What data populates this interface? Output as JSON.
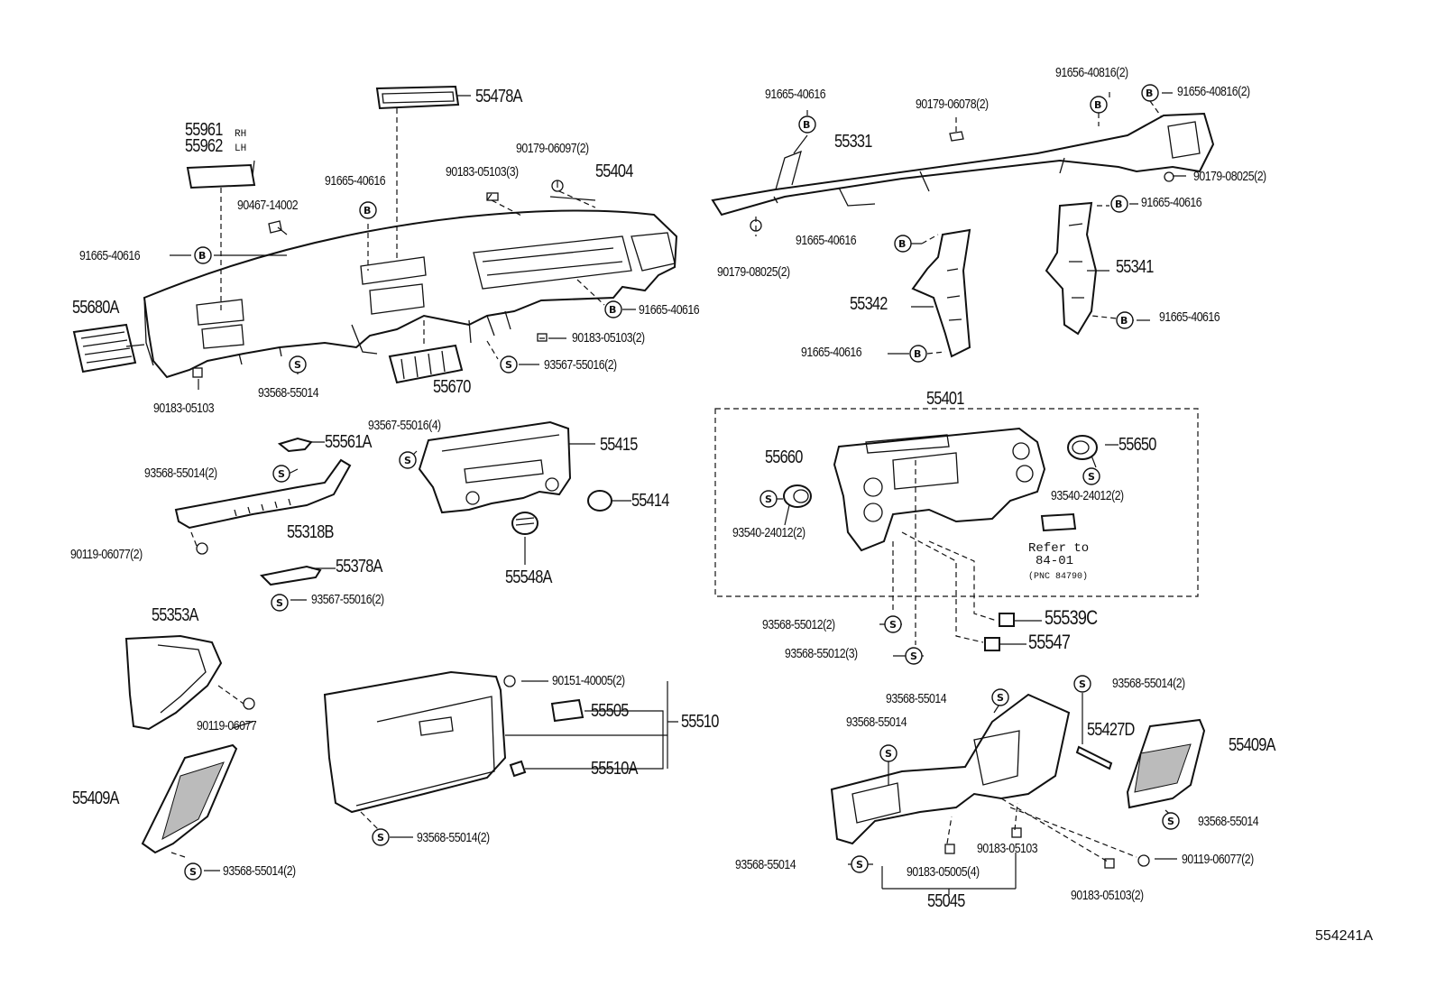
{
  "figure_code": "554241A",
  "labels": [
    {
      "id": "l01",
      "text": "55478A",
      "big": true
    },
    {
      "id": "l02",
      "text": "55961",
      "big": true
    },
    {
      "id": "l03",
      "text": "55962",
      "big": true
    },
    {
      "id": "l04",
      "text": "RH"
    },
    {
      "id": "l05",
      "text": "LH"
    },
    {
      "id": "l06",
      "text": "90179-06097(2)"
    },
    {
      "id": "l07",
      "text": "90183-05103(3)"
    },
    {
      "id": "l08",
      "text": "55404",
      "big": true
    },
    {
      "id": "l09",
      "text": "91665-40616"
    },
    {
      "id": "l10",
      "text": "90467-14002"
    },
    {
      "id": "l11",
      "text": "91665-40616"
    },
    {
      "id": "l12",
      "text": "55680A",
      "big": true
    },
    {
      "id": "l13",
      "text": "91665-40616"
    },
    {
      "id": "l14",
      "text": "90183-05103(2)"
    },
    {
      "id": "l15",
      "text": "93567-55016(2)"
    },
    {
      "id": "l16",
      "text": "55670",
      "big": true
    },
    {
      "id": "l17",
      "text": "93568-55014"
    },
    {
      "id": "l18",
      "text": "90183-05103"
    },
    {
      "id": "l19",
      "text": "91665-40616"
    },
    {
      "id": "l20",
      "text": "90179-06078(2)"
    },
    {
      "id": "l21",
      "text": "91656-40816(2)"
    },
    {
      "id": "l22",
      "text": "91656-40816(2)"
    },
    {
      "id": "l23",
      "text": "55331",
      "big": true
    },
    {
      "id": "l24",
      "text": "90179-08025(2)"
    },
    {
      "id": "l25",
      "text": "91665-40616"
    },
    {
      "id": "l26",
      "text": "91665-40616"
    },
    {
      "id": "l27",
      "text": "90179-08025(2)"
    },
    {
      "id": "l28",
      "text": "55341",
      "big": true
    },
    {
      "id": "l29",
      "text": "55342",
      "big": true
    },
    {
      "id": "l30",
      "text": "91665-40616"
    },
    {
      "id": "l31",
      "text": "91665-40616"
    },
    {
      "id": "l32",
      "text": "55401",
      "big": true
    },
    {
      "id": "l33",
      "text": "55561A",
      "big": true
    },
    {
      "id": "l34",
      "text": "93567-55016(4)"
    },
    {
      "id": "l35",
      "text": "55415",
      "big": true
    },
    {
      "id": "l36",
      "text": "93568-55014(2)"
    },
    {
      "id": "l37",
      "text": "55414",
      "big": true
    },
    {
      "id": "l38",
      "text": "55318B",
      "big": true
    },
    {
      "id": "l39",
      "text": "90119-06077(2)"
    },
    {
      "id": "l40",
      "text": "55548A",
      "big": true
    },
    {
      "id": "l41",
      "text": "55378A",
      "big": true
    },
    {
      "id": "l42",
      "text": "93567-55016(2)"
    },
    {
      "id": "l43",
      "text": "55660",
      "big": true
    },
    {
      "id": "l44",
      "text": "55650",
      "big": true
    },
    {
      "id": "l45",
      "text": "93540-24012(2)"
    },
    {
      "id": "l46",
      "text": "93540-24012(2)"
    },
    {
      "id": "l47",
      "text": "Refer to",
      "mono": true
    },
    {
      "id": "l48",
      "text": "84-01",
      "mono": true
    },
    {
      "id": "l49",
      "text": "(PNC 84790)",
      "tiny": true
    },
    {
      "id": "l50",
      "text": "93568-55012(2)"
    },
    {
      "id": "l51",
      "text": "55539C",
      "xl": true
    },
    {
      "id": "l52",
      "text": "93568-55012(3)"
    },
    {
      "id": "l53",
      "text": "55547",
      "xl": true
    },
    {
      "id": "l54",
      "text": "55353A",
      "big": true
    },
    {
      "id": "l55",
      "text": "90119-06077"
    },
    {
      "id": "l56",
      "text": "90151-40005(2)"
    },
    {
      "id": "l57",
      "text": "55505",
      "big": true
    },
    {
      "id": "l58",
      "text": "55510",
      "big": true
    },
    {
      "id": "l59",
      "text": "55510A",
      "big": true
    },
    {
      "id": "l60",
      "text": "93568-55014(2)"
    },
    {
      "id": "l61",
      "text": "55409A",
      "big": true
    },
    {
      "id": "l62",
      "text": "93568-55014(2)"
    },
    {
      "id": "l63",
      "text": "93568-55014"
    },
    {
      "id": "l64",
      "text": "93568-55014"
    },
    {
      "id": "l65",
      "text": "93568-55014(2)"
    },
    {
      "id": "l66",
      "text": "55427D",
      "big": true
    },
    {
      "id": "l67",
      "text": "55409A",
      "big": true
    },
    {
      "id": "l68",
      "text": "93568-55014"
    },
    {
      "id": "l69",
      "text": "90183-05103"
    },
    {
      "id": "l70",
      "text": "90119-06077(2)"
    },
    {
      "id": "l71",
      "text": "93568-55014"
    },
    {
      "id": "l72",
      "text": "90183-05005(4)"
    },
    {
      "id": "l73",
      "text": "90183-05103(2)"
    },
    {
      "id": "l74",
      "text": "55045",
      "big": true
    }
  ]
}
